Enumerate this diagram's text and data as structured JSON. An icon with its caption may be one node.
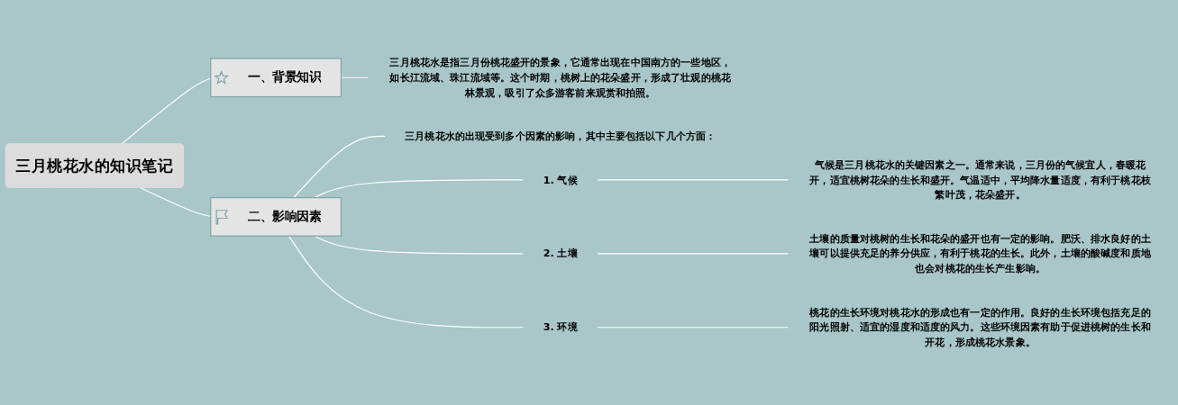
{
  "diagram": {
    "nodes": [
      {
        "text": [
          "三月桃花水的知识笔记"
        ]
      },
      {
        "text": [
          "一、背景知识"
        ]
      },
      {
        "text": [
          "三月桃花水是指三月份桃花盛开的景象，它通常出现在中国南方的一些地区，如长江流域、珠江流域等。这个时期，桃树上的花朵盛开，形成了壮观的桃花林景观，吸引了众多游客前来观赏和拍照。"
        ]
      },
      {
        "text": [
          "二、影响因素"
        ]
      },
      {
        "text": [
          "三月桃花水的出现受到多个因素的影响，其中主要包括以下几个方面："
        ]
      },
      {
        "text": [
          "1. 气候"
        ]
      },
      {
        "text": [
          "气候是三月桃花水的关键因素之一。通常来说，三月份的气候宜人，春暖花开，适宜桃树花朵的生长和盛开。气温适中，平均降水量适度，有利于桃花枝繁叶茂，花朵盛开。"
        ]
      },
      {
        "text": [
          "2. 土壤"
        ]
      },
      {
        "text": [
          "土壤的质量对桃树的生长和花朵的盛开也有一定的影响。肥沃、排水良好的土壤可以提供充足的养分供应，有利于桃花的生长。此外，土壤的酸碱度和质地也会对桃花的生长产生影响。"
        ]
      },
      {
        "text": [
          "3. 环境"
        ]
      },
      {
        "text": [
          "桃花的生长环境对桃花水的形成也有一定的作用。良好的生长环境包括充足的阳光照射、适宜的湿度和适度的风力。这些环境因素有助于促进桃树的生长和开花，形成桃花水景象。"
        ]
      }
    ],
    "edges": [
      {
        "from": 0,
        "to": 1,
        "arrow": "none"
      },
      {
        "from": 1,
        "to": 2,
        "arrow": "none"
      },
      {
        "from": 0,
        "to": 3,
        "arrow": "none"
      },
      {
        "from": 3,
        "to": 4,
        "arrow": "none"
      },
      {
        "from": 3,
        "to": 5,
        "arrow": "none"
      },
      {
        "from": 5,
        "to": 6,
        "arrow": "none"
      },
      {
        "from": 3,
        "to": 7,
        "arrow": "none"
      },
      {
        "from": 7,
        "to": 8,
        "arrow": "none"
      },
      {
        "from": 3,
        "to": 9,
        "arrow": "none"
      },
      {
        "from": 9,
        "to": 10,
        "arrow": "none"
      }
    ]
  }
}
